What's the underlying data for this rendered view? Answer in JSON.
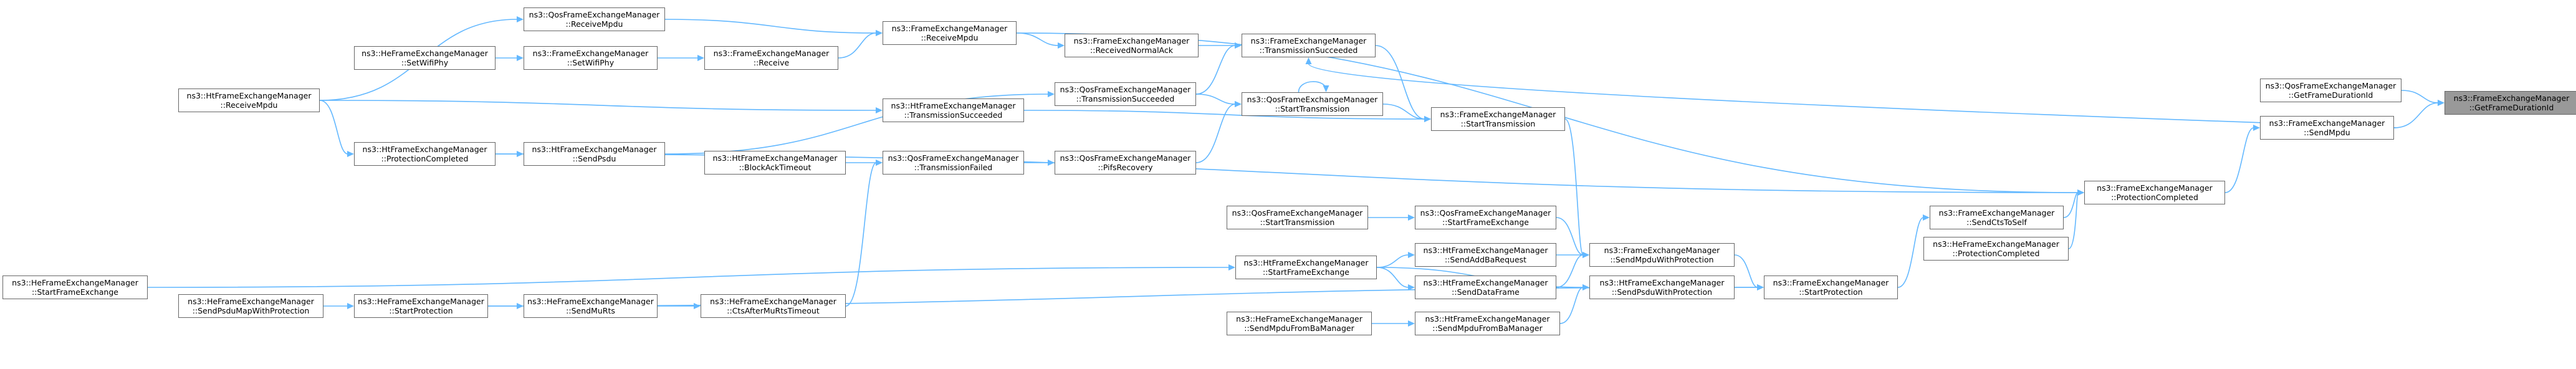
{
  "graph": {
    "edge_color": "#63b8ff",
    "node_border_color": "#666666",
    "highlight_fill": "#999999",
    "nodes": [
      {
        "id": "n0",
        "l1": "ns3::FrameExchangeManager",
        "l2": "::GetFrameDurationId",
        "current": true
      },
      {
        "id": "n1",
        "l1": "ns3::QosFrameExchangeManager",
        "l2": "::GetFrameDurationId"
      },
      {
        "id": "n2",
        "l1": "ns3::FrameExchangeManager",
        "l2": "::SendMpdu"
      },
      {
        "id": "n3",
        "l1": "ns3::FrameExchangeManager",
        "l2": "::ProtectionCompleted"
      },
      {
        "id": "n4",
        "l1": "ns3::FrameExchangeManager",
        "l2": "::SendCtsToSelf"
      },
      {
        "id": "n5",
        "l1": "ns3::HeFrameExchangeManager",
        "l2": "::ProtectionCompleted"
      },
      {
        "id": "n6",
        "l1": "ns3::FrameExchangeManager",
        "l2": "::StartProtection"
      },
      {
        "id": "n7",
        "l1": "ns3::FrameExchangeManager",
        "l2": "::SendMpduWithProtection"
      },
      {
        "id": "n8",
        "l1": "ns3::HtFrameExchangeManager",
        "l2": "::SendPsduWithProtection"
      },
      {
        "id": "n9",
        "l1": "ns3::FrameExchangeManager",
        "l2": "::StartTransmission"
      },
      {
        "id": "n10",
        "l1": "ns3::QosFrameExchangeManager",
        "l2": "::StartFrameExchange"
      },
      {
        "id": "n11",
        "l1": "ns3::HtFrameExchangeManager",
        "l2": "::SendAddBaRequest"
      },
      {
        "id": "n12",
        "l1": "ns3::HtFrameExchangeManager",
        "l2": "::SendDataFrame"
      },
      {
        "id": "n13",
        "l1": "ns3::HtFrameExchangeManager",
        "l2": "::SendMpduFromBaManager"
      },
      {
        "id": "n14",
        "l1": "ns3::FrameExchangeManager",
        "l2": "::TransmissionSucceeded"
      },
      {
        "id": "n15",
        "l1": "ns3::QosFrameExchangeManager",
        "l2": "::StartTransmission"
      },
      {
        "id": "n16",
        "l1": "ns3::QosFrameExchangeManager",
        "l2": "::StartTransmission"
      },
      {
        "id": "n17",
        "l1": "ns3::HtFrameExchangeManager",
        "l2": "::StartFrameExchange"
      },
      {
        "id": "n18",
        "l1": "ns3::HeFrameExchangeManager",
        "l2": "::SendMpduFromBaManager"
      },
      {
        "id": "n19",
        "l1": "ns3::FrameExchangeManager",
        "l2": "::ReceivedNormalAck"
      },
      {
        "id": "n20",
        "l1": "ns3::QosFrameExchangeManager",
        "l2": "::TransmissionSucceeded"
      },
      {
        "id": "n21",
        "l1": "ns3::QosFrameExchangeManager",
        "l2": "::PifsRecovery"
      },
      {
        "id": "n22",
        "l1": "ns3::FrameExchangeManager",
        "l2": "::ReceiveMpdu"
      },
      {
        "id": "n23",
        "l1": "ns3::HtFrameExchangeManager",
        "l2": "::TransmissionSucceeded"
      },
      {
        "id": "n24",
        "l1": "ns3::QosFrameExchangeManager",
        "l2": "::TransmissionFailed"
      },
      {
        "id": "n25",
        "l1": "ns3::QosFrameExchangeManager",
        "l2": "::ReceiveMpdu"
      },
      {
        "id": "n26",
        "l1": "ns3::FrameExchangeManager",
        "l2": "::Receive"
      },
      {
        "id": "n27",
        "l1": "ns3::HtFrameExchangeManager",
        "l2": "::SendPsdu"
      },
      {
        "id": "n28",
        "l1": "ns3::HtFrameExchangeManager",
        "l2": "::BlockAckTimeout"
      },
      {
        "id": "n29",
        "l1": "ns3::HeFrameExchangeManager",
        "l2": "::CtsAfterMuRtsTimeout"
      },
      {
        "id": "n30",
        "l1": "ns3::FrameExchangeManager",
        "l2": "::SetWifiPhy"
      },
      {
        "id": "n31",
        "l1": "ns3::HtFrameExchangeManager",
        "l2": "::ProtectionCompleted"
      },
      {
        "id": "n32",
        "l1": "ns3::HeFrameExchangeManager",
        "l2": "::SendMuRts"
      },
      {
        "id": "n33",
        "l1": "ns3::HeFrameExchangeManager",
        "l2": "::SetWifiPhy"
      },
      {
        "id": "n34",
        "l1": "ns3::HtFrameExchangeManager",
        "l2": "::ReceiveMpdu"
      },
      {
        "id": "n35",
        "l1": "ns3::HeFrameExchangeManager",
        "l2": "::StartProtection"
      },
      {
        "id": "n36",
        "l1": "ns3::HeFrameExchangeManager",
        "l2": "::SendPsduMapWithProtection"
      },
      {
        "id": "n37",
        "l1": "ns3::HeFrameExchangeManager",
        "l2": "::StartFrameExchange"
      }
    ]
  }
}
